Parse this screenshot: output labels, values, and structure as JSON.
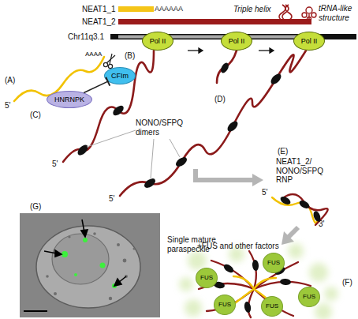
{
  "diagram": {
    "nodes": [
      {
        "text": [
          "Pol II"
        ]
      },
      {
        "text": [
          "Pol II"
        ]
      },
      {
        "text": [
          "Pol II"
        ]
      },
      {
        "text": [
          "CFIm"
        ]
      },
      {
        "text": [
          "HNRNPK"
        ]
      },
      {
        "text": [
          "FUS"
        ]
      },
      {
        "text": [
          "FUS"
        ]
      },
      {
        "text": [
          "FUS"
        ]
      },
      {
        "text": [
          "FUS"
        ]
      },
      {
        "text": [
          "FUS"
        ]
      }
    ],
    "edges": [
      {
        "from": 4,
        "to": 3,
        "arrow": "to"
      }
    ],
    "labels": [
      "NEAT1_1",
      "AAAAAA",
      "Triple helix",
      "tRNA-like structure",
      "NEAT1_2",
      "Chr11q3.1",
      "AAAA",
      "(B)",
      "(A)",
      "5'",
      "(C)",
      "(D)",
      "NONO/SFPQ dimers",
      "5'",
      "(E)",
      "NEAT1_2/ NONO/SFPQ RNP",
      "5'",
      "5'",
      "(G)",
      "3'",
      "Single mature paraspeckle",
      "+FUS and other factors",
      "(F)"
    ]
  }
}
